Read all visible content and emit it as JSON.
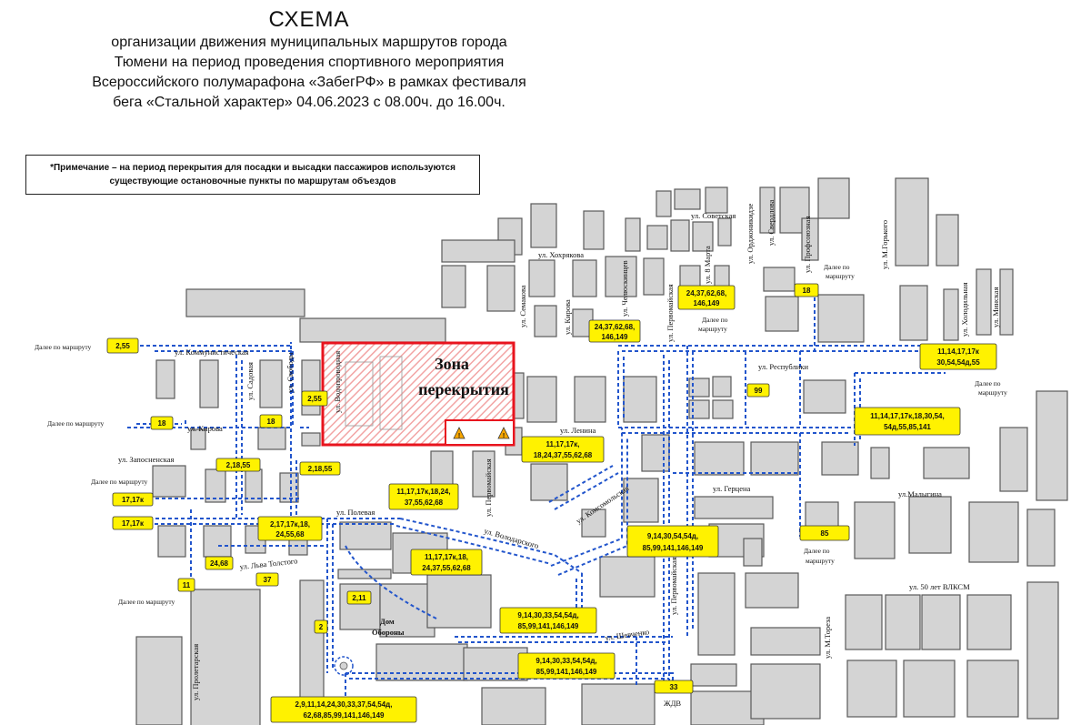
{
  "header": {
    "title": "СХЕМА",
    "line1": "организации движения муниципальных маршрутов города",
    "line2": "Тюмени на период проведения спортивного мероприятия",
    "line3": "Всероссийского полумарафона «ЗабегРФ» в рамках фестиваля",
    "line4": "бега «Стальной характер» 04.06.2023 с 08.00ч. до 16.00ч."
  },
  "note": {
    "text": "*Примечание – на период перекрытия для посадки и высадки пассажиров используются существующие остановочные пункты по маршрутам объездов"
  },
  "zone": {
    "line1": "Зона",
    "line2": "перекрытия"
  },
  "streets": {
    "sovetskaya": "ул. Советская",
    "khokhryakova": "ул. Хохрякова",
    "kirova": "ул. Кирова",
    "semakova": "ул. Семакова",
    "chelyuskintsev": "ул. Челюскинцев",
    "pervomaiskaya_n": "ул. Первомайская",
    "vosmoe_marta": "ул. 8 Марта",
    "ordzhonikidze": "ул. Орджоникидзе",
    "sverdlova": "ул. Свердлова",
    "profsoyuznaya": "ул. Профсоюзная",
    "m_gorkogo": "ул. М.Горького",
    "kholodilnaya": "ул. Холодильная",
    "minskaya": "ул. Минская",
    "kommunisticheskaya": "ул. Коммунистическая",
    "sadovaya": "ул. Садовая",
    "svobody": "ул. Свободы",
    "vodoprovodnaya": "ул. Водопроводная",
    "kirova_w": "ул. Кирова",
    "zaponsnaya": "ул. Запосненская",
    "respubliki": "ул. Республики",
    "lenina": "ул. Ленина",
    "pervomaiskaya_c": "ул. Первомайская",
    "gertsena": "ул. Герцена",
    "malygina": "ул.Малыгина",
    "pervomaiskaya_s": "ул. Первомайская",
    "komsomolskaya": "ул. Комсомольская",
    "volodarskogo": "ул. Володарского",
    "polevaya": "ул. Полевая",
    "lva_tolstogo": "ул. Льва Толстого",
    "proletarskaya": "ул. Пролетарская",
    "shevchenko": "ул. Шевченко",
    "let_vlksm": "ул. 50 лет ВЛКСМ",
    "m_toreza": "ул. М.Тореза",
    "dom_oborony_1": "Дом",
    "dom_oborony_2": "Обороны",
    "zhdv": "ЖДВ"
  },
  "further": {
    "t1": "Далее по маршруту",
    "t2": "Далее по маршруту",
    "t3": "Далее по маршруту",
    "t4a": "Далее по",
    "t4b": "маршруту",
    "t5a": "Далее по",
    "t5b": "маршруту",
    "t6a": "Далее по",
    "t6b": "маршруту",
    "t7a": "Далее по",
    "t7b": "маршруту",
    "t8": "Далее по маршруту"
  },
  "badges": {
    "b255_w": "2,55",
    "b255_c": "2,55",
    "b18_w": "18",
    "b18_c": "18",
    "b21855": "2,18,55",
    "b21855_c": "2,18,55",
    "b17_a": "17,17к",
    "b17_b": "17,17к",
    "b_2_17": "2,17,17к,18,",
    "b_2_17b": "24,55,68",
    "b2468": "24,68",
    "b37": "37",
    "b11": "11",
    "b211": "2,11",
    "b2": "2",
    "b_lenin_1": "11,17,17к,",
    "b_lenin_2": "18,24,37,55,62,68",
    "b_perv_1": "11,17,17к,18,24,",
    "b_perv_2": "37,55,62,68",
    "b_volod_1": "11,17,17к,18,",
    "b_volod_2": "24,37,55,62,68",
    "b_24_1": "24,37,62,68,",
    "b_24_2": "146,149",
    "b_24b_1": "24,37,62,68,",
    "b_24b_2": "146,149",
    "b18_ne": "18",
    "b_11_r1": "11,14,17,17к",
    "b_11_r2": "30,54,54д,55",
    "b_11_e1": "11,14,17,17к,18,30,54,",
    "b_11_e2": "54д,55,85,141",
    "b99": "99",
    "b85": "85",
    "b_9_g1": "9,14,30,54,54д,",
    "b_9_g2": "85,99,141,146,149",
    "b_9_s1": "9,14,30,33,54,54д,",
    "b_9_s2": "85,99,141,146,149",
    "b_9_t1": "9,14,30,33,54,54д,",
    "b_9_t2": "85,99,141,146,149",
    "b33": "33",
    "b_bot_1": "2,9,11,14,24,30,33,37,54,54д,",
    "b_bot_2": "62,68,85,99,141,146,149"
  },
  "colors": {
    "zone_border": "#e8141e",
    "route_line": "#2255cc",
    "badge_fill": "#fff200",
    "block_fill": "#d4d4d4"
  }
}
